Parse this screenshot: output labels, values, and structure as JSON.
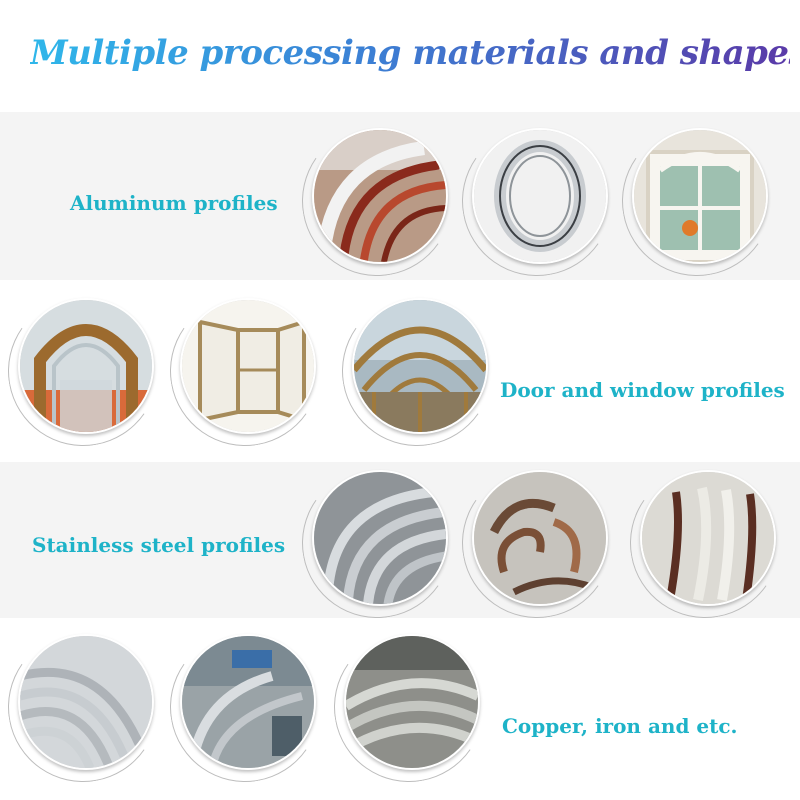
{
  "title": "Multiple processing materials and shapes",
  "rows": [
    {
      "label": "Aluminum profiles"
    },
    {
      "label": "Door and window profiles"
    },
    {
      "label": "Stainless steel profiles"
    },
    {
      "label": "Copper, iron and etc."
    }
  ],
  "colors": {
    "title_start": "#2fb7ea",
    "title_end": "#5a3aa8",
    "label": "#1eb3c8"
  }
}
